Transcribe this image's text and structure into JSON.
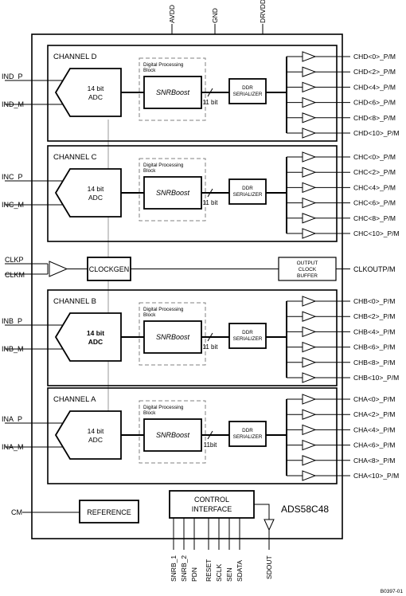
{
  "top_pins": [
    "AVDD",
    "GND",
    "DRVDD"
  ],
  "channels": [
    {
      "key": "D",
      "title": "CHANNEL D",
      "input_p": "IND_P",
      "input_m": "IND_M",
      "adc": [
        "14 bit",
        "ADC"
      ],
      "adc_bold": false,
      "dp_label": [
        "Digital Processing",
        "Block"
      ],
      "snr": "SNRBoost",
      "bus": "11 bit",
      "ser": [
        "DDR",
        "SERIALIZER"
      ],
      "outputs": [
        "CHD<0>_P/M",
        "CHD<2>_P/M",
        "CHD<4>_P/M",
        "CHD<6>_P/M",
        "CHD<8>_P/M",
        "CHD<10>_P/M"
      ]
    },
    {
      "key": "C",
      "title": "CHANNEL C",
      "input_p": "INC_P",
      "input_m": "INC_M",
      "adc": [
        "14 bit",
        "ADC"
      ],
      "adc_bold": false,
      "dp_label": [
        "Digital Processing",
        "Block"
      ],
      "snr": "SNRBoost",
      "bus": "11 bit",
      "ser": [
        "DDR",
        "SERIALIZER"
      ],
      "outputs": [
        "CHC<0>_P/M",
        "CHC<2>_P/M",
        "CHC<4>_P/M",
        "CHC<6>_P/M",
        "CHC<8>_P/M",
        "CHC<10>_P/M"
      ]
    },
    {
      "key": "B",
      "title": "CHANNEL B",
      "input_p": "INB_P",
      "input_m": "INB_M",
      "adc": [
        "14 bit",
        "ADC"
      ],
      "adc_bold": true,
      "dp_label": [
        "Digital Processing",
        "Block"
      ],
      "snr": "SNRBoost",
      "bus": "11 bit",
      "ser": [
        "DDR",
        "SERIALIZER"
      ],
      "outputs": [
        "CHB<0>_P/M",
        "CHB<2>_P/M",
        "CHB<4>_P/M",
        "CHB<6>_P/M",
        "CHB<8>_P/M",
        "CHB<10>_P/M"
      ]
    },
    {
      "key": "A",
      "title": "CHANNEL A",
      "input_p": "INA_P",
      "input_m": "INA_M",
      "adc": [
        "14 bit",
        "ADC"
      ],
      "adc_bold": false,
      "dp_label": [
        "Digital Processing",
        "Block"
      ],
      "snr": "SNRBoost",
      "bus": "11bit",
      "ser": [
        "DDR",
        "SERIALIZER"
      ],
      "outputs": [
        "CHA<0>_P/M",
        "CHA<2>_P/M",
        "CHA<4>_P/M",
        "CHA<6>_P/M",
        "CHA<8>_P/M",
        "CHA<10>_P/M"
      ]
    }
  ],
  "clock": {
    "in_p": "CLKP",
    "in_m": "CLKM",
    "gen": "CLOCKGEN",
    "buffer": [
      "OUTPUT",
      "CLOCK",
      "BUFFER"
    ],
    "out": "CLKOUTP/M"
  },
  "cm_label": "CM",
  "reference": "REFERENCE",
  "control": [
    "CONTROL",
    "INTERFACE"
  ],
  "part_number": "ADS58C48",
  "bottom_pins": [
    "SNRB_1",
    "SNRB_2",
    "PDN",
    "RESET",
    "SCLK",
    "SEN",
    "SDATA"
  ],
  "sdout": "SDOUT",
  "figure_id": "B0397-01"
}
